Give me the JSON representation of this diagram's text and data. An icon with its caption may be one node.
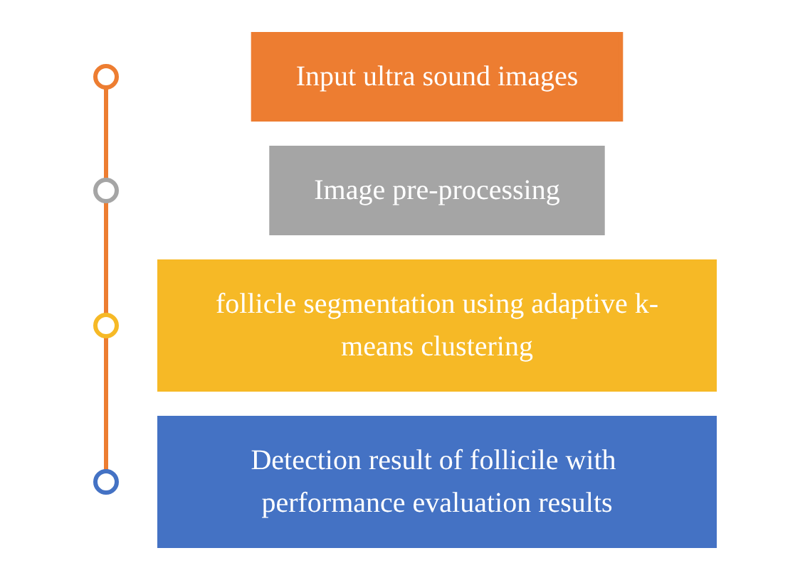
{
  "diagram": {
    "nodes": [
      {
        "text": [],
        "shape": "circle"
      },
      {
        "text": [
          "Input ultra sound images"
        ]
      },
      {
        "text": [],
        "shape": "circle"
      },
      {
        "text": [
          "Image pre-processing"
        ]
      },
      {
        "text": [],
        "shape": "circle"
      },
      {
        "text": [
          "follicle segmentation using adaptive k-means clustering"
        ]
      },
      {
        "text": [],
        "shape": "circle"
      },
      {
        "text": [
          "Detection result of follicile with performance evaluation results"
        ]
      }
    ],
    "edges": [
      {
        "from": 0,
        "to": 2,
        "arrow": "none",
        "color": "#ed7d31"
      },
      {
        "from": 2,
        "to": 4,
        "arrow": "none",
        "color": "#ed7d31"
      },
      {
        "from": 4,
        "to": 6,
        "arrow": "none",
        "color": "#ed7d31"
      }
    ]
  }
}
